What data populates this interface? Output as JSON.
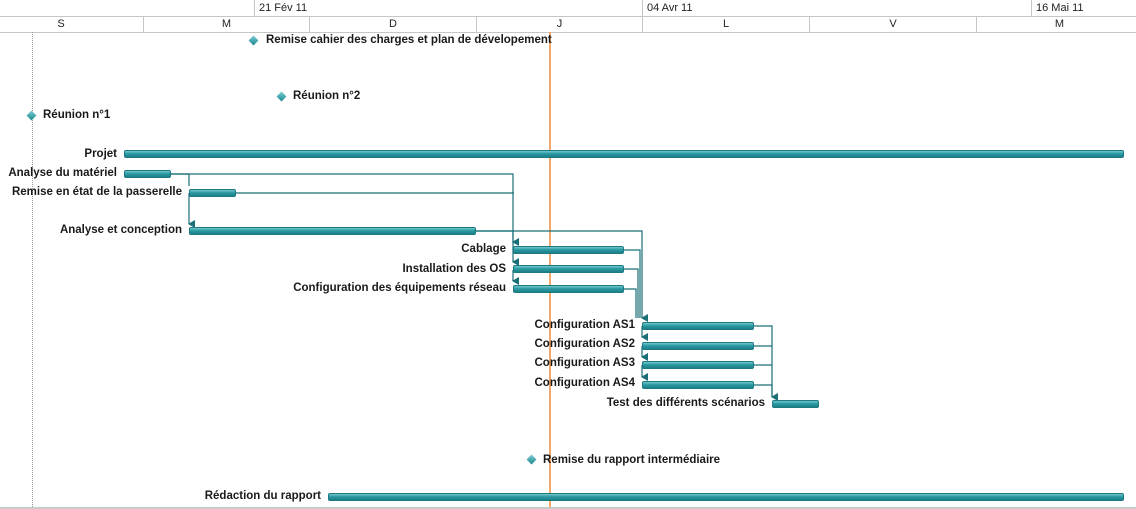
{
  "timescale": {
    "top": [
      "21 Fév 11",
      "04 Avr 11",
      "16 Mai 11"
    ],
    "bottom": [
      "S",
      "M",
      "D",
      "J",
      "L",
      "V",
      "M"
    ]
  },
  "milestones": [
    {
      "label": "Remise cahier des charges et plan de dévelopement"
    },
    {
      "label": "Réunion n°2"
    },
    {
      "label": "Réunion n°1"
    },
    {
      "label": "Remise du rapport intermédiaire"
    }
  ],
  "tasks": [
    {
      "label": "Projet"
    },
    {
      "label": "Analyse du matériel"
    },
    {
      "label": "Remise en état de la passerelle"
    },
    {
      "label": "Analyse et conception"
    },
    {
      "label": "Cablage"
    },
    {
      "label": "Installation des OS"
    },
    {
      "label": "Configuration des équipements réseau"
    },
    {
      "label": "Configuration AS1"
    },
    {
      "label": "Configuration AS2"
    },
    {
      "label": "Configuration AS3"
    },
    {
      "label": "Configuration AS4"
    },
    {
      "label": "Test des différents scénarios"
    },
    {
      "label": "Rédaction du rapport"
    }
  ],
  "colors": {
    "bar": "#1d7f87",
    "link": "#1a6f77",
    "today": "#f2a86b",
    "grid": "#c6c6c6"
  }
}
